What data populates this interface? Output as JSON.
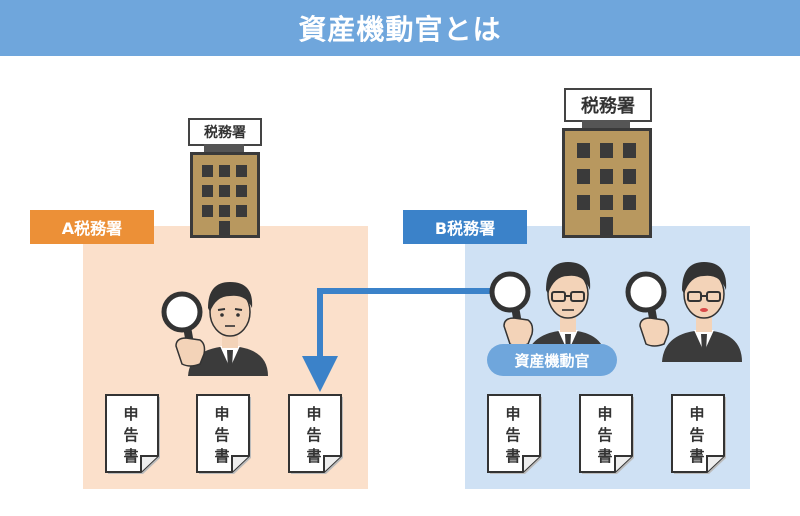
{
  "header": {
    "title": "資産機動官とは"
  },
  "offices": {
    "a": {
      "label": "A税務署"
    },
    "b": {
      "label": "B税務署"
    }
  },
  "building_sign": "税務署",
  "badge": {
    "label": "資産機動官"
  },
  "document": {
    "chars": [
      "申",
      "告",
      "書"
    ]
  },
  "colors": {
    "header": "#6fa6dc",
    "office_a": "#ec9037",
    "office_b": "#3b82c9",
    "panel_a": "#fbe0cb",
    "panel_b": "#cfe1f4",
    "arrow": "#3b82c9"
  }
}
